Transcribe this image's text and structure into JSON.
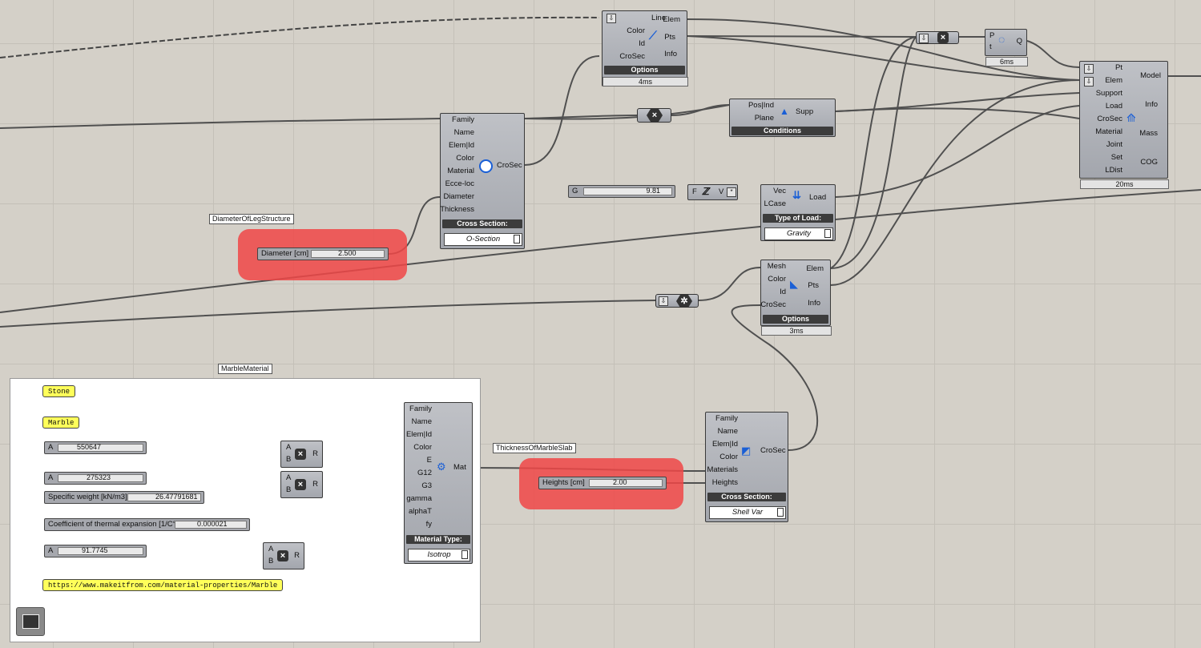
{
  "colors": {
    "canvas": "#d4d0c8",
    "component": "#a8abb2",
    "highlight": "#f04646",
    "panel": "#ffff5a",
    "wire": "#505050"
  },
  "line_comp": {
    "inputs": [
      "Line",
      "Color",
      "Id",
      "CroSec"
    ],
    "outputs": [
      "Elem",
      "Pts",
      "Info"
    ],
    "bar": "Options",
    "timer": "4ms",
    "icon": "line-beam-icon"
  },
  "pt_comp": {
    "inputs": [
      "P",
      "t"
    ],
    "output": "Q",
    "timer": "6ms",
    "icon": "curve-point-icon"
  },
  "model_comp": {
    "inputs": [
      "Pt",
      "Elem",
      "Support",
      "Load",
      "CroSec",
      "Material",
      "Joint",
      "Set",
      "LDist"
    ],
    "outputs": [
      "Model",
      "Info",
      "Mass",
      "COG"
    ],
    "timer": "20ms",
    "icon": "assemble-model-icon"
  },
  "crosec_comp": {
    "inputs": [
      "Family",
      "Name",
      "Elem|Id",
      "Color",
      "Material",
      "Ecce-loc",
      "Diameter",
      "Thickness"
    ],
    "output": "CroSec",
    "bar": "Cross Section:",
    "dropdown": "O-Section",
    "icon": "circle-section-icon"
  },
  "support_comp": {
    "inputs": [
      "Pos|Ind",
      "Plane"
    ],
    "output": "Supp",
    "bar": "Conditions",
    "icon": "support-triangle-icon"
  },
  "load_comp": {
    "inputs": [
      "Vec",
      "LCase"
    ],
    "output": "Load",
    "bar": "Type of Load:",
    "dropdown": "Gravity",
    "icon": "load-arrows-icon"
  },
  "vec_comp": {
    "labels": [
      "F",
      "V"
    ],
    "icon": "unit-z-icon"
  },
  "g_slider": {
    "name": "G",
    "value": "9.81"
  },
  "mesh_comp": {
    "inputs": [
      "Mesh",
      "Color",
      "Id",
      "CroSec"
    ],
    "outputs": [
      "Elem",
      "Pts",
      "Info"
    ],
    "bar": "Options",
    "timer": "3ms",
    "icon": "mesh-shell-icon"
  },
  "diameter": {
    "tag": "DiameterOfLegStructure",
    "name": "Diameter [cm]",
    "value": "2.500"
  },
  "thickness": {
    "tag": "ThicknessOfMarbleSlab",
    "name": "Heights [cm]",
    "value": "2.00"
  },
  "shell_comp": {
    "inputs": [
      "Family",
      "Name",
      "Elem|Id",
      "Color",
      "Materials",
      "Heights"
    ],
    "output": "CroSec",
    "bar": "Cross Section:",
    "dropdown": "Shell Var",
    "icon": "shell-section-icon"
  },
  "group": {
    "tag": "MarbleMaterial"
  },
  "panels": {
    "stone": "Stone",
    "marble": "Marble",
    "url": "https://www.makeitfrom.com/material-properties/Marble"
  },
  "sliders": [
    {
      "name": "A",
      "value": "550647"
    },
    {
      "name": "A",
      "value": "275323"
    },
    {
      "name": "Specific weight [kN/m3]",
      "value": "26.47791681"
    },
    {
      "name": "Coefficient of thermal expansion [1/C°]",
      "value": "0.000021"
    },
    {
      "name": "A",
      "value": "91.7745"
    }
  ],
  "mult_comp": {
    "inputs": [
      "A",
      "B"
    ],
    "output": "R"
  },
  "mat_comp": {
    "inputs": [
      "Family",
      "Name",
      "Elem|Id",
      "Color",
      "E",
      "G12",
      "G3",
      "gamma",
      "alphaT",
      "fy"
    ],
    "output": "Mat",
    "bar": "Material Type:",
    "dropdown": "Isotrop",
    "icon": "material-icon"
  }
}
